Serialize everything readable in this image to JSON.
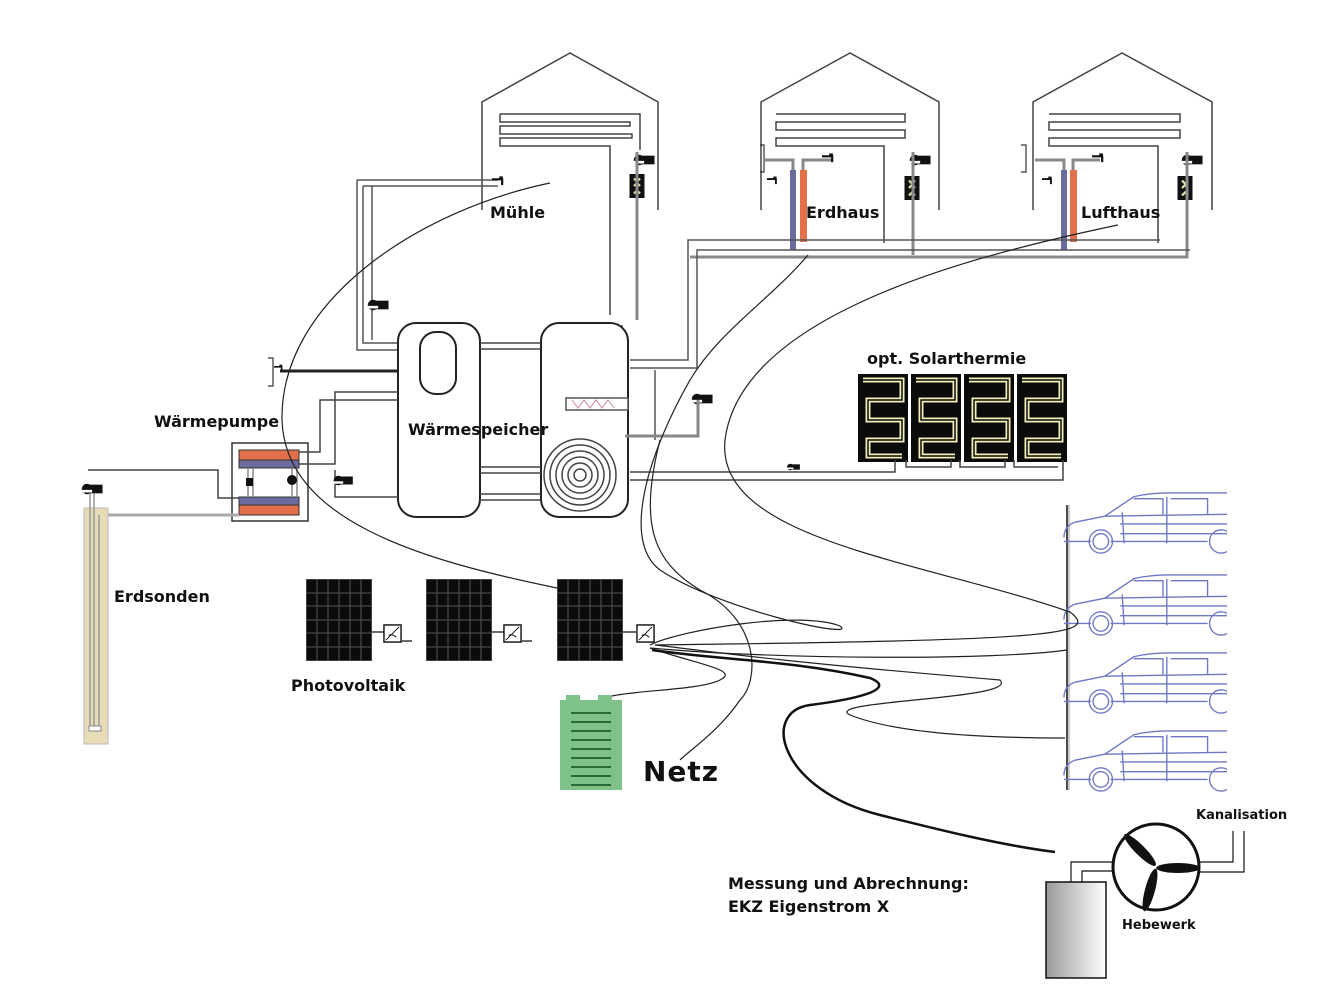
{
  "diagram": {
    "type": "energy-system-schematic",
    "colors": {
      "line": "#111111",
      "pipe": "#8a8a8a",
      "hot": "#e2704a",
      "cold": "#6b6b9e",
      "solar_frame": "#f3efb6",
      "battery": "#7ec28a",
      "probe": "#e6dcb6",
      "car": "#6f78c4"
    },
    "buildings": [
      {
        "id": "muehle",
        "label": "Mühle"
      },
      {
        "id": "erdhaus",
        "label": "Erdhaus"
      },
      {
        "id": "lufthaus",
        "label": "Lufthaus"
      }
    ],
    "labels": {
      "waermepumpe": "Wärmepumpe",
      "waermespeicher": "Wärmespeicher",
      "solarthermie": "opt. Solarthermie",
      "erdsonden": "Erdsonden",
      "photovoltaik": "Photovoltaik",
      "netz": "Netz",
      "kanalisation": "Kanalisation",
      "hebewerk": "Hebewerk",
      "messung_line1": "Messung und Abrechnung:",
      "messung_line2": "EKZ Eigenstrom X"
    },
    "pv_panel_count": 3,
    "solar_collector_count": 4,
    "car_count": 4,
    "icons": [
      "pump-icon",
      "mixing-valve-icon",
      "tap-icon",
      "inverter-icon",
      "battery-icon",
      "turbine-icon",
      "car-icon",
      "heat-spiral-icon",
      "heating-element-icon"
    ]
  }
}
